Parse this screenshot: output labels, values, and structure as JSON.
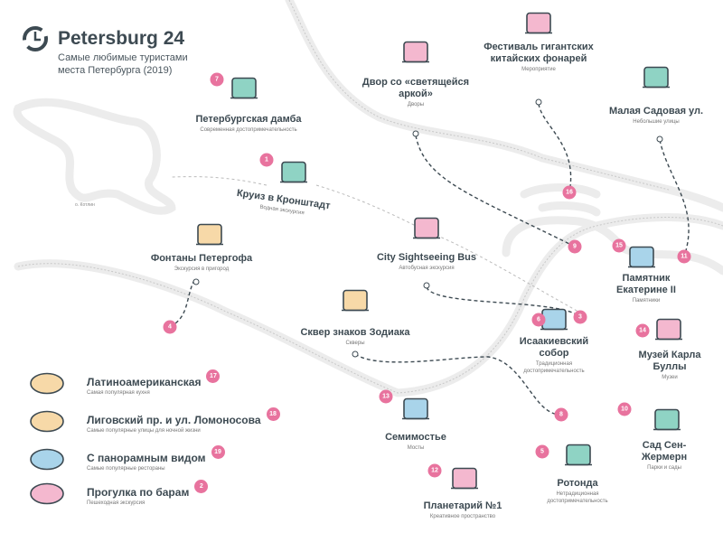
{
  "header": {
    "title": "Petersburg 24",
    "subtitle_line1": "Самые любимые туристами",
    "subtitle_line2": "места Петербурга (2019)"
  },
  "map_labels": {
    "island": "о. Котлин"
  },
  "colors": {
    "badge": "#e8739e",
    "river": "#ececec",
    "text": "#3d4a52",
    "accent_teal": "#8fd3c4",
    "accent_pink": "#f4b8cf"
  },
  "places": [
    {
      "number": "7",
      "title": "Петербургская дамба",
      "subtitle": "Современная достопримечательность",
      "icon": "dam-icon"
    },
    {
      "number": "1",
      "title": "Круиз в Кронштадт",
      "subtitle": "Водная экскурсия",
      "icon": "ship-icon"
    },
    {
      "number": "4",
      "title": "Фонтаны Петергофа",
      "subtitle": "Экскурсия в пригород",
      "icon": "palace-icon"
    },
    {
      "number": "9",
      "title": "Двор со «светящейся аркой»",
      "subtitle": "Дворы",
      "icon": "arch-icon"
    },
    {
      "number": "16",
      "title": "Фестиваль гигантских китайских фонарей",
      "subtitle": "Мероприятие",
      "icon": "lantern-icon"
    },
    {
      "number": "11",
      "title": "Малая Садовая ул.",
      "subtitle": "Небольшие улицы",
      "icon": "street-lamps-icon"
    },
    {
      "number": "3",
      "title": "City Sightseeing Bus",
      "subtitle": "Автобусная экскурсия",
      "icon": "bus-icon"
    },
    {
      "number": "15",
      "title": "Памятник Екатерине II",
      "subtitle": "Памятники",
      "icon": "monument-icon"
    },
    {
      "number": "8",
      "title": "Сквер знаков Зодиака",
      "subtitle": "Скверы",
      "icon": "gemini-icon"
    },
    {
      "number": "6",
      "title": "Исаакиевский собор",
      "subtitle": "Традиционная достопримечательность",
      "icon": "cathedral-icon"
    },
    {
      "number": "14",
      "title": "Музей Карла Буллы",
      "subtitle": "Музеи",
      "icon": "museum-icon"
    },
    {
      "number": "13",
      "title": "Семимостье",
      "subtitle": "Мосты",
      "icon": "bridge-icon"
    },
    {
      "number": "10",
      "title": "Сад Сен-Жермерн",
      "subtitle": "Парки и сады",
      "icon": "garden-icon"
    },
    {
      "number": "5",
      "title": "Ротонда",
      "subtitle": "Нетрадиционная достопримечательность",
      "icon": "rotunda-icon"
    },
    {
      "number": "12",
      "title": "Планетарий №1",
      "subtitle": "Креативное пространство",
      "icon": "planetarium-icon"
    }
  ],
  "legend": [
    {
      "number": "17",
      "title": "Латиноамериканская",
      "subtitle": "Самая популярная кухня",
      "icon": "sombrero-icon"
    },
    {
      "number": "18",
      "title": "Лиговский пр. и ул. Ломоносова",
      "subtitle": "Самые популярные улицы для ночной жизни",
      "icon": "moon-icon"
    },
    {
      "number": "19",
      "title": "С панорамным видом",
      "subtitle": "Самые популярные рестораны",
      "icon": "binoculars-icon"
    },
    {
      "number": "2",
      "title": "Прогулка по барам",
      "subtitle": "Пешеходная экскурсия",
      "icon": "bartender-icon"
    }
  ]
}
